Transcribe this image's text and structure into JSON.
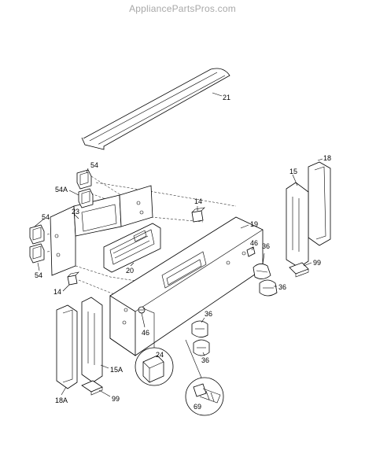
{
  "watermark": "AppliancePartsPros.com",
  "callouts": {
    "c21": "21",
    "c18": "18",
    "c15": "15",
    "c54a": "54",
    "c54Aa": "54A",
    "c14a": "14",
    "c54b": "54",
    "c23": "23",
    "c19": "19",
    "c46a": "46",
    "c36a": "36",
    "c99a": "99",
    "c54c": "54",
    "c20": "20",
    "c36b": "36",
    "c14b": "14",
    "c46b": "46",
    "c36c": "36",
    "c24": "24",
    "c36d": "36",
    "c15A": "15A",
    "c18A": "18A",
    "c99b": "99",
    "c69": "69"
  }
}
